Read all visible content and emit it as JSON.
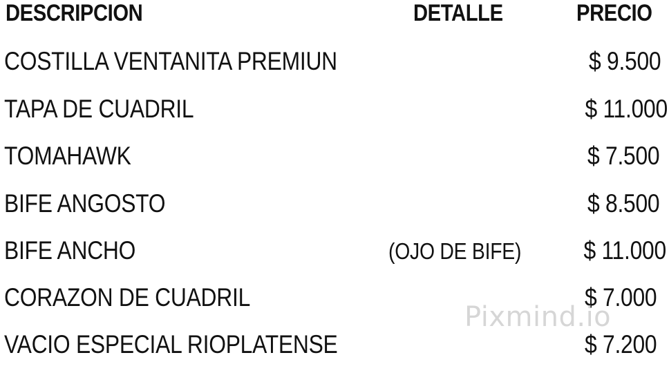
{
  "header": {
    "description": "DESCRIPCION",
    "detail": "DETALLE",
    "price": "PRECIO"
  },
  "items": [
    {
      "description": "COSTILLA VENTANITA PREMIUN",
      "detail": "",
      "price": "$ 9.500"
    },
    {
      "description": "TAPA DE CUADRIL",
      "detail": "",
      "price": "$ 11.000"
    },
    {
      "description": "TOMAHAWK",
      "detail": "",
      "price": "$ 7.500"
    },
    {
      "description": "BIFE ANGOSTO",
      "detail": "",
      "price": "$ 8.500"
    },
    {
      "description": "BIFE ANCHO",
      "detail": "(OJO DE BIFE)",
      "price": "$ 11.000"
    },
    {
      "description": "CORAZON DE CUADRIL",
      "detail": "",
      "price": "$ 7.000"
    },
    {
      "description": "VACIO ESPECIAL RIOPLATENSE",
      "detail": "",
      "price": "$ 7.200"
    }
  ],
  "watermark": "Pixmind.io"
}
